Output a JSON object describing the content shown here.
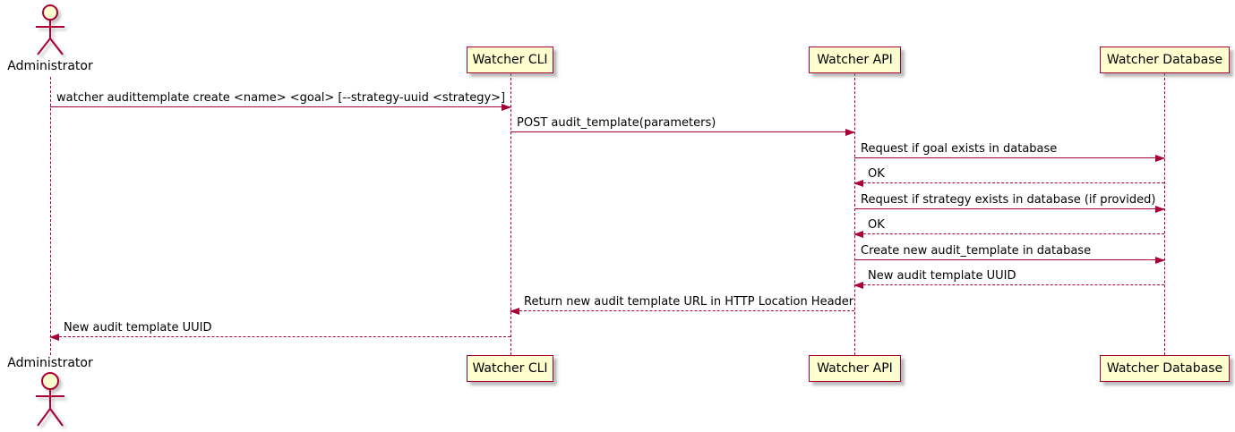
{
  "actor": {
    "name": "Administrator"
  },
  "participants": [
    {
      "label": "Watcher CLI"
    },
    {
      "label": "Watcher API"
    },
    {
      "label": "Watcher Database"
    }
  ],
  "messages": [
    {
      "text": "watcher audittemplate create <name> <goal> [--strategy-uuid <strategy>]",
      "from": "Administrator",
      "to": "Watcher CLI",
      "style": "solid"
    },
    {
      "text": "POST audit_template(parameters)",
      "from": "Watcher CLI",
      "to": "Watcher API",
      "style": "solid"
    },
    {
      "text": "Request if goal exists in database",
      "from": "Watcher API",
      "to": "Watcher Database",
      "style": "solid"
    },
    {
      "text": "OK",
      "from": "Watcher Database",
      "to": "Watcher API",
      "style": "dashed"
    },
    {
      "text": "Request if strategy exists in database (if provided)",
      "from": "Watcher API",
      "to": "Watcher Database",
      "style": "solid"
    },
    {
      "text": "OK",
      "from": "Watcher Database",
      "to": "Watcher API",
      "style": "dashed"
    },
    {
      "text": "Create new audit_template in database",
      "from": "Watcher API",
      "to": "Watcher Database",
      "style": "solid"
    },
    {
      "text": "New audit template UUID",
      "from": "Watcher Database",
      "to": "Watcher API",
      "style": "dashed"
    },
    {
      "text": "Return new audit template URL in HTTP Location Header",
      "from": "Watcher API",
      "to": "Watcher CLI",
      "style": "dashed"
    },
    {
      "text": "New audit template UUID",
      "from": "Watcher CLI",
      "to": "Administrator",
      "style": "dashed"
    }
  ],
  "colors": {
    "accent": "#A80036",
    "participant_fill": "#FEFECE",
    "text": "#000000"
  }
}
